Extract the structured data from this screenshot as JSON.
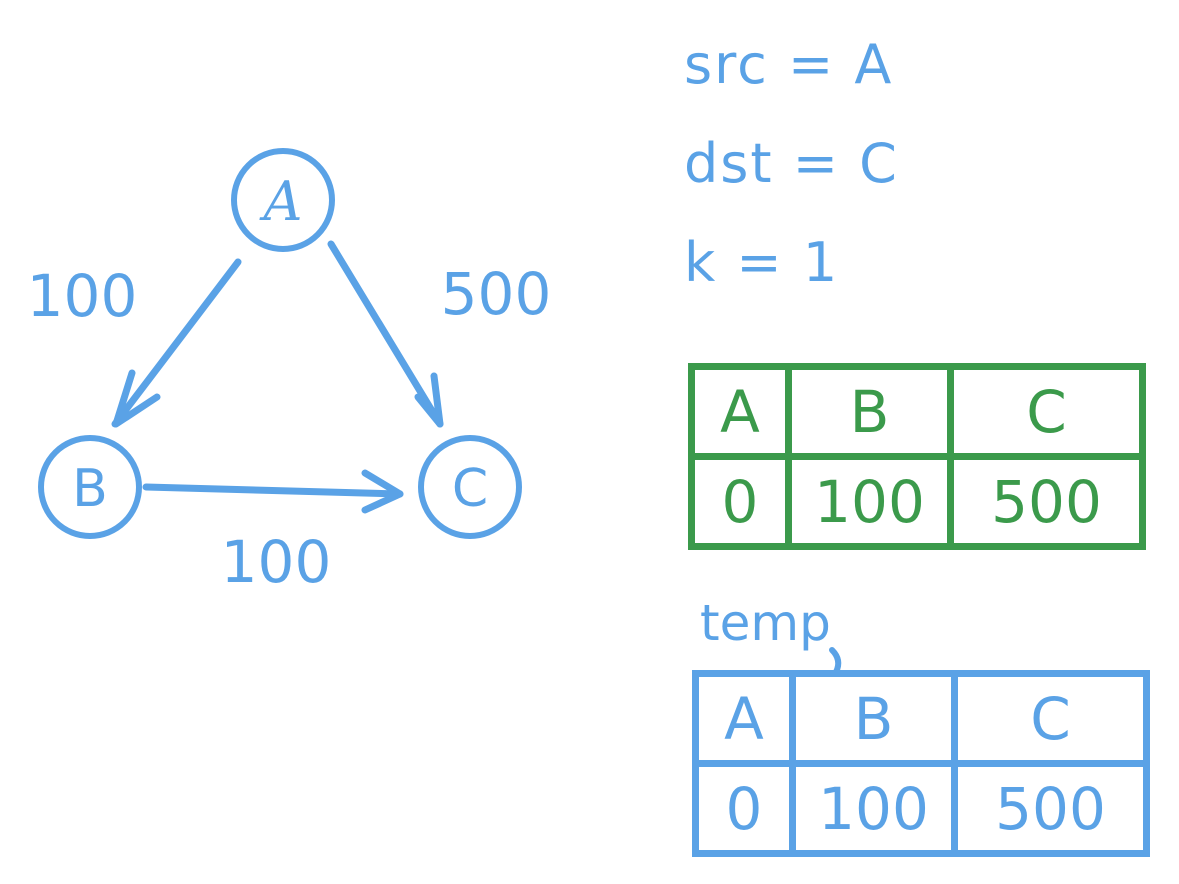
{
  "colors": {
    "graph": "#5aa2e6",
    "dist_table": "#3b9a4b",
    "temp_table": "#5aa2e6"
  },
  "graph": {
    "nodes": [
      {
        "id": "A",
        "label": "A"
      },
      {
        "id": "B",
        "label": "B"
      },
      {
        "id": "C",
        "label": "C"
      }
    ],
    "edges": [
      {
        "from": "A",
        "to": "B",
        "weight": "100"
      },
      {
        "from": "A",
        "to": "C",
        "weight": "500"
      },
      {
        "from": "B",
        "to": "C",
        "weight": "100"
      }
    ]
  },
  "variables": [
    {
      "name": "src",
      "value": "A",
      "text": "src = A"
    },
    {
      "name": "dst",
      "value": "C",
      "text": "dst = C"
    },
    {
      "name": "k",
      "value": "1",
      "text": "k = 1"
    }
  ],
  "dist_table": {
    "headers": [
      "A",
      "B",
      "C"
    ],
    "values": [
      "0",
      "100",
      "500"
    ]
  },
  "temp_table": {
    "label": "temp",
    "headers": [
      "A",
      "B",
      "C"
    ],
    "values": [
      "0",
      "100",
      "500"
    ]
  }
}
